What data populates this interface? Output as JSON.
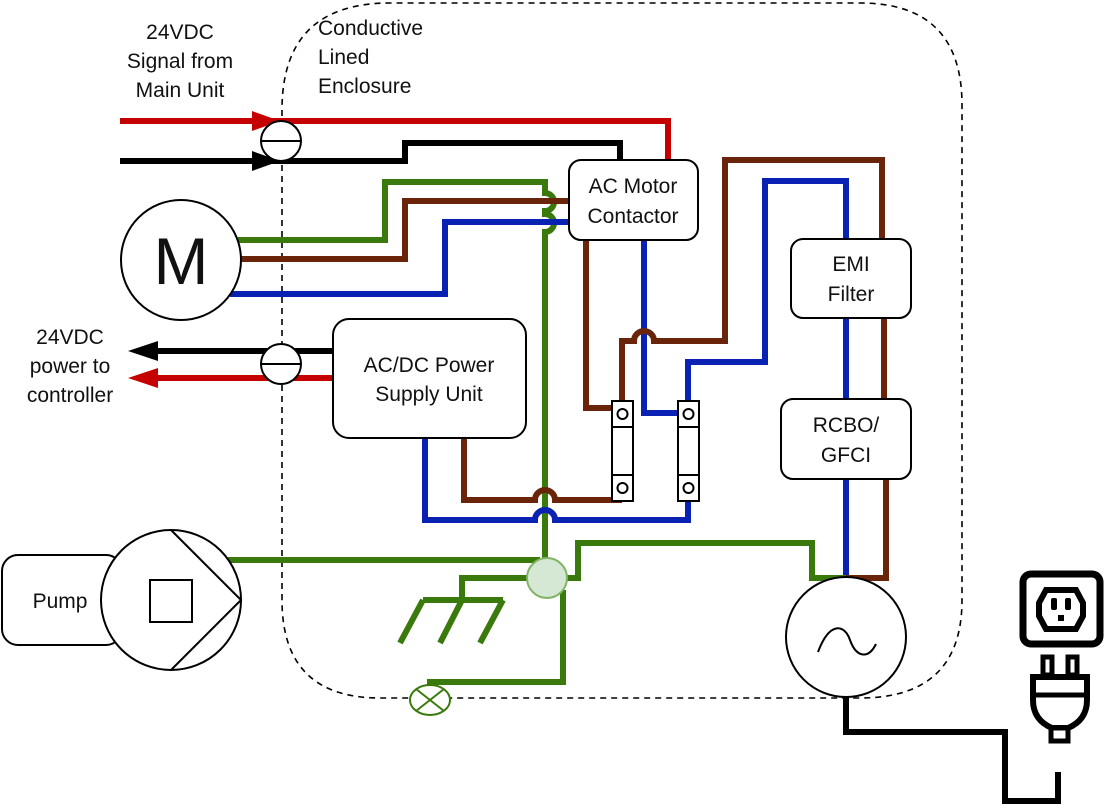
{
  "labels": {
    "signal_in": [
      "24VDC",
      "Signal from",
      "Main Unit"
    ],
    "enclosure": [
      "Conductive",
      "Lined",
      "Enclosure"
    ],
    "power_out": [
      "24VDC",
      "power to",
      "controller"
    ],
    "motor": "M",
    "contactor": [
      "AC Motor",
      "Contactor"
    ],
    "psu": [
      "AC/DC Power",
      "Supply Unit"
    ],
    "emi": [
      "EMI",
      "Filter"
    ],
    "rcbo": [
      "RCBO/",
      "GFCI"
    ],
    "pump": "Pump"
  },
  "colors": {
    "red": "#c40000",
    "black": "#000000",
    "green": "#3a7a0c",
    "brown": "#6a240a",
    "blue": "#0a22b4",
    "ground_node_fill": "#d5e8d4",
    "ground_node_stroke": "#82b366"
  },
  "icons": [
    "motor-symbol",
    "pump-symbol",
    "ac-source-symbol",
    "earth-ground-symbol",
    "chassis-ground-symbol",
    "wall-outlet-icon",
    "power-plug-icon",
    "cable-gland-icon",
    "fuse-holder-icon"
  ]
}
